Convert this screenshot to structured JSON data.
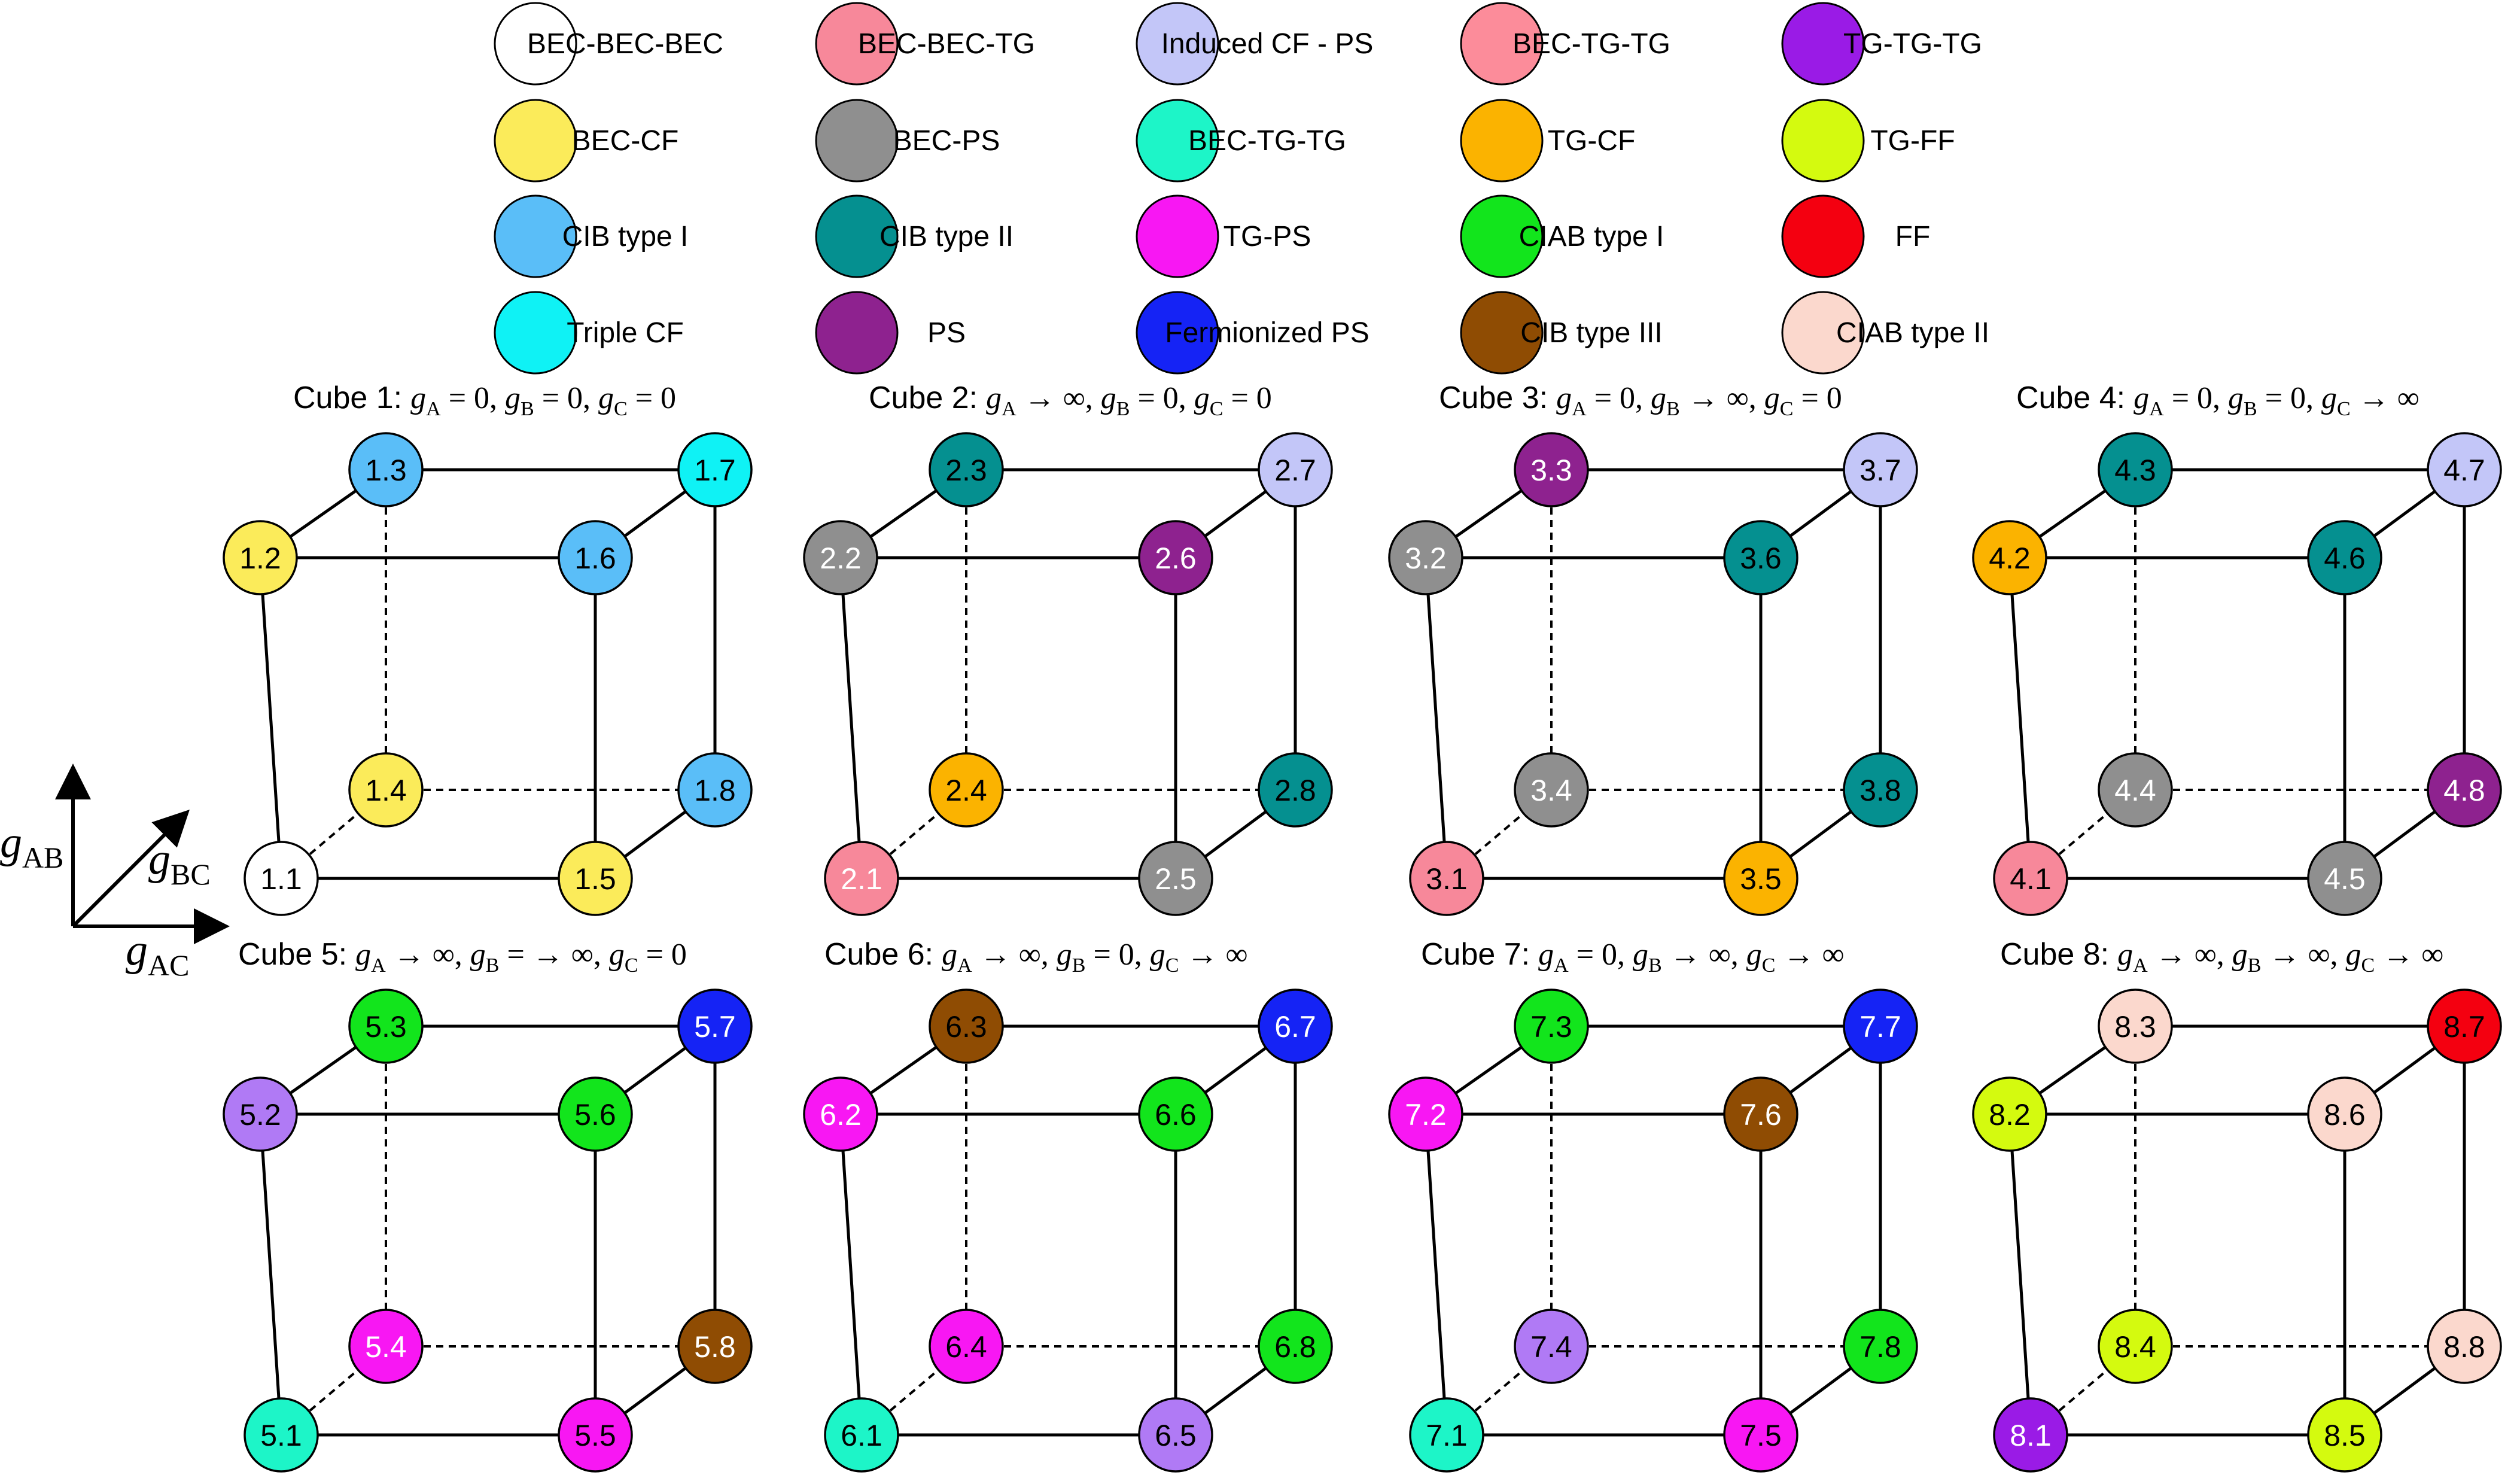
{
  "legend": [
    {
      "label": "BEC-BEC-BEC",
      "color": "#ffffff"
    },
    {
      "label": "BEC-BEC-TG",
      "color": "#f7889a"
    },
    {
      "label": "Induced CF - PS",
      "color": "#c3c6f8"
    },
    {
      "label": "BEC-TG-TG",
      "color": "#fc8c9a"
    },
    {
      "label": "TG-TG-TG",
      "color": "#9a1be6"
    },
    {
      "label": "BEC-CF",
      "color": "#fbeb5a"
    },
    {
      "label": "BEC-PS",
      "color": "#8f8f8f"
    },
    {
      "label": "BEC-TG-TG",
      "color": "#1df5c8"
    },
    {
      "label": "TG-CF",
      "color": "#fbb300"
    },
    {
      "label": "TG-FF",
      "color": "#d4fa0f"
    },
    {
      "label": "CIB type I",
      "color": "#5abef8"
    },
    {
      "label": "CIB type II",
      "color": "#059090"
    },
    {
      "label": "TG-PS",
      "color": "#f817f3"
    },
    {
      "label": "CIAB type I",
      "color": "#12e51c"
    },
    {
      "label": "FF",
      "color": "#f40010"
    },
    {
      "label": "Triple CF",
      "color": "#0ff2f5"
    },
    {
      "label": "PS",
      "color": "#8e228f"
    },
    {
      "label": "Fermionized PS",
      "color": "#1523f5"
    },
    {
      "label": "CIB type III",
      "color": "#8f4c03"
    },
    {
      "label": "CIAB type II",
      "color": "#fbd8cd"
    }
  ],
  "axes": {
    "y_main": "g",
    "y_sub": "AB",
    "d_main": "g",
    "d_sub": "BC",
    "x_main": "g",
    "x_sub": "AC"
  },
  "cubes": [
    {
      "title": "Cube 1:",
      "cond": [
        {
          "g": "g",
          "sub": "A",
          "rel": " = 0, "
        },
        {
          "g": "g",
          "sub": "B",
          "rel": " = 0, "
        },
        {
          "g": "g",
          "sub": "C",
          "rel": " = 0"
        }
      ],
      "nodes": [
        {
          "label": "1.1",
          "color": "#ffffff",
          "text": "#000000"
        },
        {
          "label": "1.2",
          "color": "#fbeb5a",
          "text": "#000000"
        },
        {
          "label": "1.3",
          "color": "#5abef8",
          "text": "#000000"
        },
        {
          "label": "1.4",
          "color": "#fbeb5a",
          "text": "#000000"
        },
        {
          "label": "1.5",
          "color": "#fbeb5a",
          "text": "#000000"
        },
        {
          "label": "1.6",
          "color": "#5abef8",
          "text": "#000000"
        },
        {
          "label": "1.7",
          "color": "#0ff2f5",
          "text": "#000000"
        },
        {
          "label": "1.8",
          "color": "#5abef8",
          "text": "#000000"
        }
      ]
    },
    {
      "title": "Cube 2:",
      "cond": [
        {
          "g": "g",
          "sub": "A",
          "rel": " → ∞, "
        },
        {
          "g": "g",
          "sub": "B",
          "rel": " = 0, "
        },
        {
          "g": "g",
          "sub": "C",
          "rel": " = 0"
        }
      ],
      "nodes": [
        {
          "label": "2.1",
          "color": "#f7889a",
          "text": "#ffffff"
        },
        {
          "label": "2.2",
          "color": "#8f8f8f",
          "text": "#ffffff"
        },
        {
          "label": "2.3",
          "color": "#059090",
          "text": "#000000"
        },
        {
          "label": "2.4",
          "color": "#fbb300",
          "text": "#000000"
        },
        {
          "label": "2.5",
          "color": "#8f8f8f",
          "text": "#ffffff"
        },
        {
          "label": "2.6",
          "color": "#8e228f",
          "text": "#ffffff"
        },
        {
          "label": "2.7",
          "color": "#c3c6f8",
          "text": "#000000"
        },
        {
          "label": "2.8",
          "color": "#059090",
          "text": "#000000"
        }
      ]
    },
    {
      "title": "Cube 3:",
      "cond": [
        {
          "g": "g",
          "sub": "A",
          "rel": " = 0, "
        },
        {
          "g": "g",
          "sub": "B",
          "rel": " → ∞, "
        },
        {
          "g": "g",
          "sub": "C",
          "rel": " = 0"
        }
      ],
      "nodes": [
        {
          "label": "3.1",
          "color": "#f7889a",
          "text": "#000000"
        },
        {
          "label": "3.2",
          "color": "#8f8f8f",
          "text": "#ffffff"
        },
        {
          "label": "3.3",
          "color": "#8e228f",
          "text": "#ffffff"
        },
        {
          "label": "3.4",
          "color": "#8f8f8f",
          "text": "#ffffff"
        },
        {
          "label": "3.5",
          "color": "#fbb300",
          "text": "#000000"
        },
        {
          "label": "3.6",
          "color": "#059090",
          "text": "#000000"
        },
        {
          "label": "3.7",
          "color": "#c3c6f8",
          "text": "#000000"
        },
        {
          "label": "3.8",
          "color": "#059090",
          "text": "#000000"
        }
      ]
    },
    {
      "title": "Cube 4:",
      "cond": [
        {
          "g": "g",
          "sub": "A",
          "rel": " = 0, "
        },
        {
          "g": "g",
          "sub": "B",
          "rel": " = 0, "
        },
        {
          "g": "g",
          "sub": "C",
          "rel": " → ∞"
        }
      ],
      "nodes": [
        {
          "label": "4.1",
          "color": "#f7889a",
          "text": "#000000"
        },
        {
          "label": "4.2",
          "color": "#fbb300",
          "text": "#000000"
        },
        {
          "label": "4.3",
          "color": "#059090",
          "text": "#000000"
        },
        {
          "label": "4.4",
          "color": "#8f8f8f",
          "text": "#ffffff"
        },
        {
          "label": "4.5",
          "color": "#8f8f8f",
          "text": "#ffffff"
        },
        {
          "label": "4.6",
          "color": "#059090",
          "text": "#000000"
        },
        {
          "label": "4.7",
          "color": "#c3c6f8",
          "text": "#000000"
        },
        {
          "label": "4.8",
          "color": "#8e228f",
          "text": "#ffffff"
        }
      ]
    },
    {
      "title": "Cube 5:",
      "cond": [
        {
          "g": "g",
          "sub": "A",
          "rel": " → ∞, "
        },
        {
          "g": "g",
          "sub": "B",
          "rel": " = → ∞, "
        },
        {
          "g": "g",
          "sub": "C",
          "rel": " = 0"
        }
      ],
      "nodes": [
        {
          "label": "5.1",
          "color": "#1df5c8",
          "text": "#000000"
        },
        {
          "label": "5.2",
          "color": "#b07af5",
          "text": "#000000"
        },
        {
          "label": "5.3",
          "color": "#12e51c",
          "text": "#000000"
        },
        {
          "label": "5.4",
          "color": "#f817f3",
          "text": "#ffffff"
        },
        {
          "label": "5.5",
          "color": "#f817f3",
          "text": "#000000"
        },
        {
          "label": "5.6",
          "color": "#12e51c",
          "text": "#000000"
        },
        {
          "label": "5.7",
          "color": "#1523f5",
          "text": "#ffffff"
        },
        {
          "label": "5.8",
          "color": "#8f4c03",
          "text": "#ffffff"
        }
      ]
    },
    {
      "title": "Cube 6:",
      "cond": [
        {
          "g": "g",
          "sub": "A",
          "rel": " → ∞, "
        },
        {
          "g": "g",
          "sub": "B",
          "rel": " = 0, "
        },
        {
          "g": "g",
          "sub": "C",
          "rel": " → ∞"
        }
      ],
      "nodes": [
        {
          "label": "6.1",
          "color": "#1df5c8",
          "text": "#000000"
        },
        {
          "label": "6.2",
          "color": "#f817f3",
          "text": "#ffffff"
        },
        {
          "label": "6.3",
          "color": "#8f4c03",
          "text": "#000000"
        },
        {
          "label": "6.4",
          "color": "#f817f3",
          "text": "#000000"
        },
        {
          "label": "6.5",
          "color": "#b07af5",
          "text": "#000000"
        },
        {
          "label": "6.6",
          "color": "#12e51c",
          "text": "#000000"
        },
        {
          "label": "6.7",
          "color": "#1523f5",
          "text": "#ffffff"
        },
        {
          "label": "6.8",
          "color": "#12e51c",
          "text": "#000000"
        }
      ]
    },
    {
      "title": "Cube 7:",
      "cond": [
        {
          "g": "g",
          "sub": "A",
          "rel": " = 0, "
        },
        {
          "g": "g",
          "sub": "B",
          "rel": " → ∞, "
        },
        {
          "g": "g",
          "sub": "C",
          "rel": " → ∞"
        }
      ],
      "nodes": [
        {
          "label": "7.1",
          "color": "#1df5c8",
          "text": "#000000"
        },
        {
          "label": "7.2",
          "color": "#f817f3",
          "text": "#ffffff"
        },
        {
          "label": "7.3",
          "color": "#12e51c",
          "text": "#000000"
        },
        {
          "label": "7.4",
          "color": "#b07af5",
          "text": "#000000"
        },
        {
          "label": "7.5",
          "color": "#f817f3",
          "text": "#000000"
        },
        {
          "label": "7.6",
          "color": "#8f4c03",
          "text": "#ffffff"
        },
        {
          "label": "7.7",
          "color": "#1523f5",
          "text": "#ffffff"
        },
        {
          "label": "7.8",
          "color": "#12e51c",
          "text": "#000000"
        }
      ]
    },
    {
      "title": "Cube 8:",
      "cond": [
        {
          "g": "g",
          "sub": "A",
          "rel": " → ∞, "
        },
        {
          "g": "g",
          "sub": "B",
          "rel": " → ∞, "
        },
        {
          "g": "g",
          "sub": "C",
          "rel": " → ∞"
        }
      ],
      "nodes": [
        {
          "label": "8.1",
          "color": "#9a1be6",
          "text": "#ffffff"
        },
        {
          "label": "8.2",
          "color": "#d4fa0f",
          "text": "#000000"
        },
        {
          "label": "8.3",
          "color": "#fbd8cd",
          "text": "#000000"
        },
        {
          "label": "8.4",
          "color": "#d4fa0f",
          "text": "#000000"
        },
        {
          "label": "8.5",
          "color": "#d4fa0f",
          "text": "#000000"
        },
        {
          "label": "8.6",
          "color": "#fbd8cd",
          "text": "#000000"
        },
        {
          "label": "8.7",
          "color": "#f40010",
          "text": "#000000"
        },
        {
          "label": "8.8",
          "color": "#fbd8cd",
          "text": "#000000"
        }
      ]
    }
  ]
}
